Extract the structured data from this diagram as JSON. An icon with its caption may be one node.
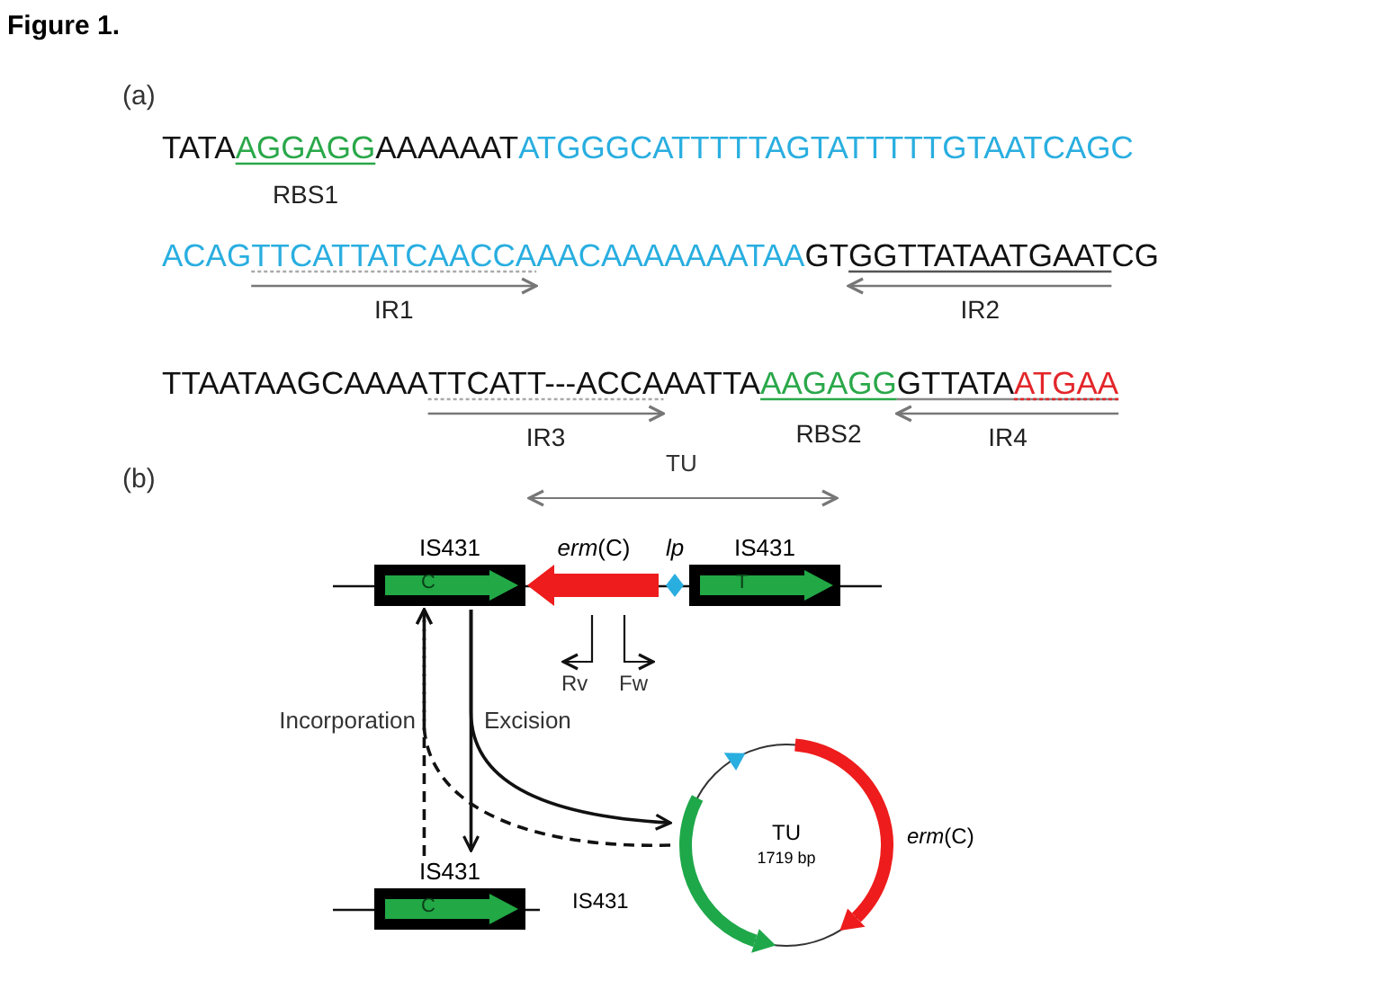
{
  "diagram": {
    "title": "Figure 1.",
    "nodes": [
      {
        "text": [
          "IS431",
          "C"
        ]
      },
      {
        "text": [
          "*erm*(C)"
        ]
      },
      {
        "text": [
          "lp"
        ]
      },
      {
        "text": [
          "IS431",
          "T"
        ]
      },
      {
        "text": [
          "IS431",
          "C"
        ]
      },
      {
        "text": [
          "TU",
          "1719 bp"
        ],
        "beside": [
          "*erm*(C)",
          "IS431"
        ]
      }
    ],
    "edges": [
      {
        "from": 0,
        "to": 4,
        "arrow": "to"
      },
      {
        "from": 0,
        "to": 5,
        "arrow": "to",
        "label": "Excision"
      },
      {
        "from": 5,
        "to": 0,
        "arrow": "to",
        "style": "dashed",
        "label": "Incorporation"
      },
      {
        "from": 4,
        "to": 0,
        "arrow": "to",
        "style": "dashed"
      }
    ],
    "labels": [
      "(a)",
      "TATA",
      "AGGAGG",
      "AAAAAAT",
      "ATGGGCATTTTTAGTATTTTTGTAATCAGC",
      "RBS1",
      "ACAG",
      "TTCATTATCAACCA",
      "AACAAAAAAATAA",
      "GT",
      "GGTTATAATGAAT",
      "CG",
      "IR1",
      "IR2",
      "TTAATAAGCAAAA",
      "TTCATT---ACCA",
      "AATTA",
      "AAGAGG",
      "GTTATA",
      "ATGAA",
      "IR3",
      "RBS2",
      "IR4",
      "(b)",
      "TU",
      "Rv",
      "Fw"
    ]
  }
}
